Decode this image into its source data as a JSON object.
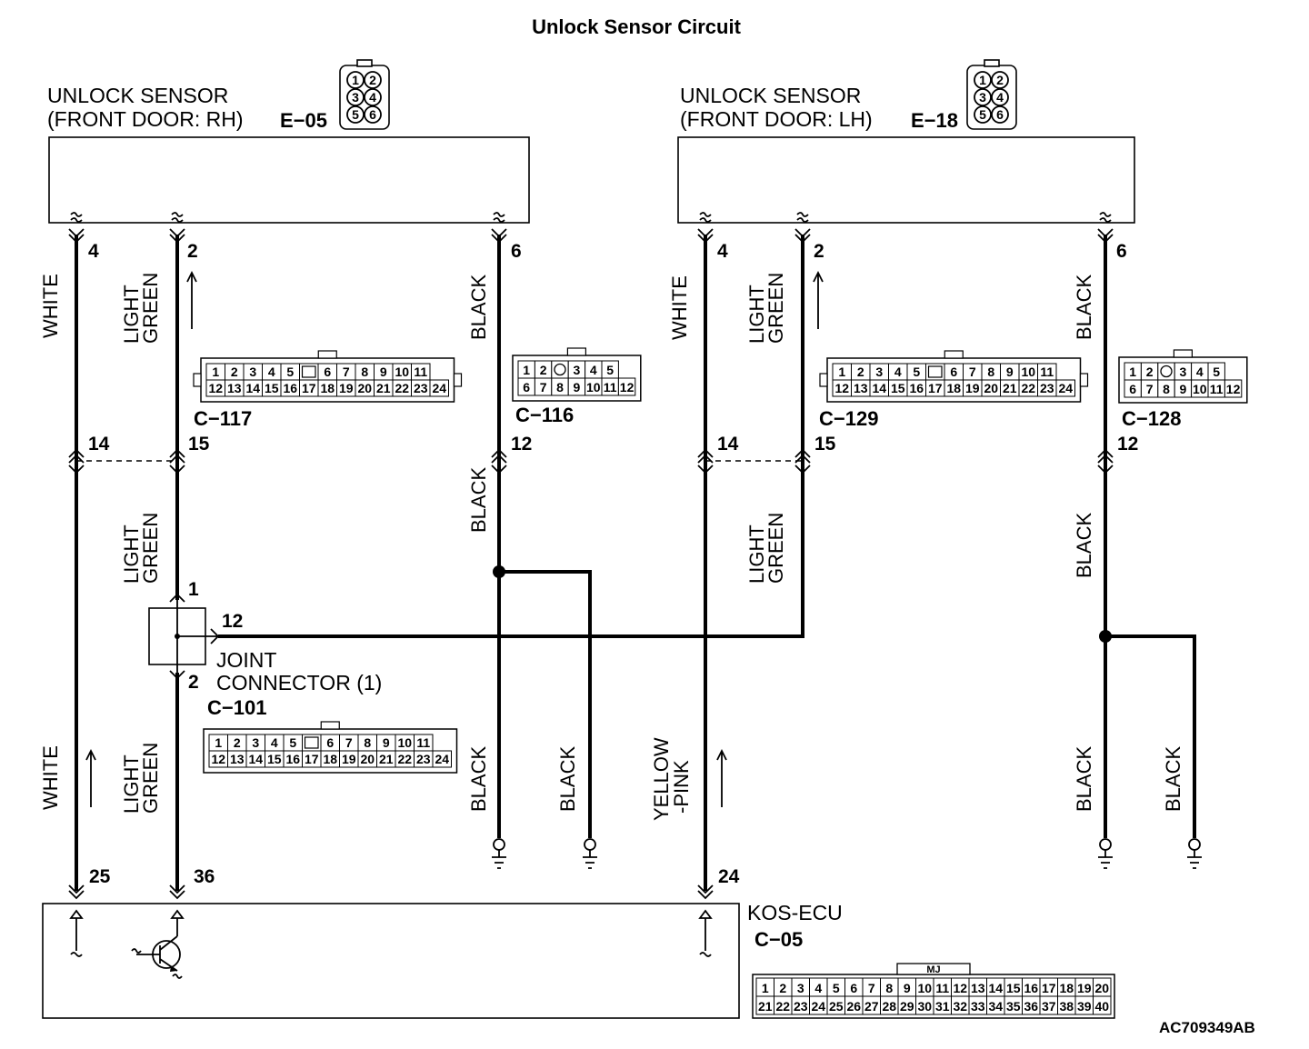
{
  "title": "Unlock Sensor Circuit",
  "sensor_rh": {
    "name_line1": "UNLOCK SENSOR",
    "name_line2": "(FRONT DOOR: RH)",
    "connector": "E−05",
    "pins": [
      "4",
      "2",
      "6"
    ]
  },
  "sensor_lh": {
    "name_line1": "UNLOCK SENSOR",
    "name_line2": "(FRONT DOOR: LH)",
    "connector": "E−18",
    "pins": [
      "4",
      "2",
      "6"
    ]
  },
  "sensor_connector_pins": [
    "1",
    "2",
    "3",
    "4",
    "5",
    "6"
  ],
  "wire_colors": {
    "white": "WHITE",
    "light": "LIGHT",
    "green": "GREEN",
    "black": "BLACK",
    "yellow": "YELLOW",
    "pink": "-PINK"
  },
  "connectors": {
    "c117": {
      "id": "C−117",
      "row1": [
        "1",
        "2",
        "3",
        "4",
        "5",
        "",
        "6",
        "7",
        "8",
        "9",
        "10",
        "11"
      ],
      "row2": [
        "12",
        "13",
        "14",
        "15",
        "16",
        "17",
        "18",
        "19",
        "20",
        "21",
        "22",
        "23",
        "24"
      ]
    },
    "c116": {
      "id": "C−116",
      "row1": [
        "1",
        "2",
        "",
        "3",
        "4",
        "5"
      ],
      "row2": [
        "6",
        "7",
        "8",
        "9",
        "10",
        "11",
        "12"
      ]
    },
    "c129": {
      "id": "C−129",
      "row1": [
        "1",
        "2",
        "3",
        "4",
        "5",
        "",
        "6",
        "7",
        "8",
        "9",
        "10",
        "11"
      ],
      "row2": [
        "12",
        "13",
        "14",
        "15",
        "16",
        "17",
        "18",
        "19",
        "20",
        "21",
        "22",
        "23",
        "24"
      ]
    },
    "c128": {
      "id": "C−128",
      "row1": [
        "1",
        "2",
        "",
        "3",
        "4",
        "5"
      ],
      "row2": [
        "6",
        "7",
        "8",
        "9",
        "10",
        "11",
        "12"
      ]
    },
    "c101": {
      "id": "C−101",
      "row1": [
        "1",
        "2",
        "3",
        "4",
        "5",
        "",
        "6",
        "7",
        "8",
        "9",
        "10",
        "11"
      ],
      "row2": [
        "12",
        "13",
        "14",
        "15",
        "16",
        "17",
        "18",
        "19",
        "20",
        "21",
        "22",
        "23",
        "24"
      ]
    },
    "c05": {
      "id": "C−05",
      "key": "MJ",
      "row1": [
        "1",
        "2",
        "3",
        "4",
        "5",
        "6",
        "7",
        "8",
        "9",
        "10",
        "11",
        "12",
        "13",
        "14",
        "15",
        "16",
        "17",
        "18",
        "19",
        "20"
      ],
      "row2": [
        "21",
        "22",
        "23",
        "24",
        "25",
        "26",
        "27",
        "28",
        "29",
        "30",
        "31",
        "32",
        "33",
        "34",
        "35",
        "36",
        "37",
        "38",
        "39",
        "40"
      ]
    }
  },
  "mid_pins": {
    "rh_white": "14",
    "rh_green": "15",
    "rh_black": "12",
    "lh_white": "14",
    "lh_green": "15",
    "lh_black": "12"
  },
  "joint": {
    "line1": "JOINT",
    "line2": "CONNECTOR (1)",
    "pin_top": "1",
    "pin_right": "12",
    "pin_bottom": "2"
  },
  "ecu": {
    "name": "KOS-ECU",
    "pins": [
      "25",
      "36",
      "24"
    ]
  },
  "figure_code": "AC709349AB"
}
